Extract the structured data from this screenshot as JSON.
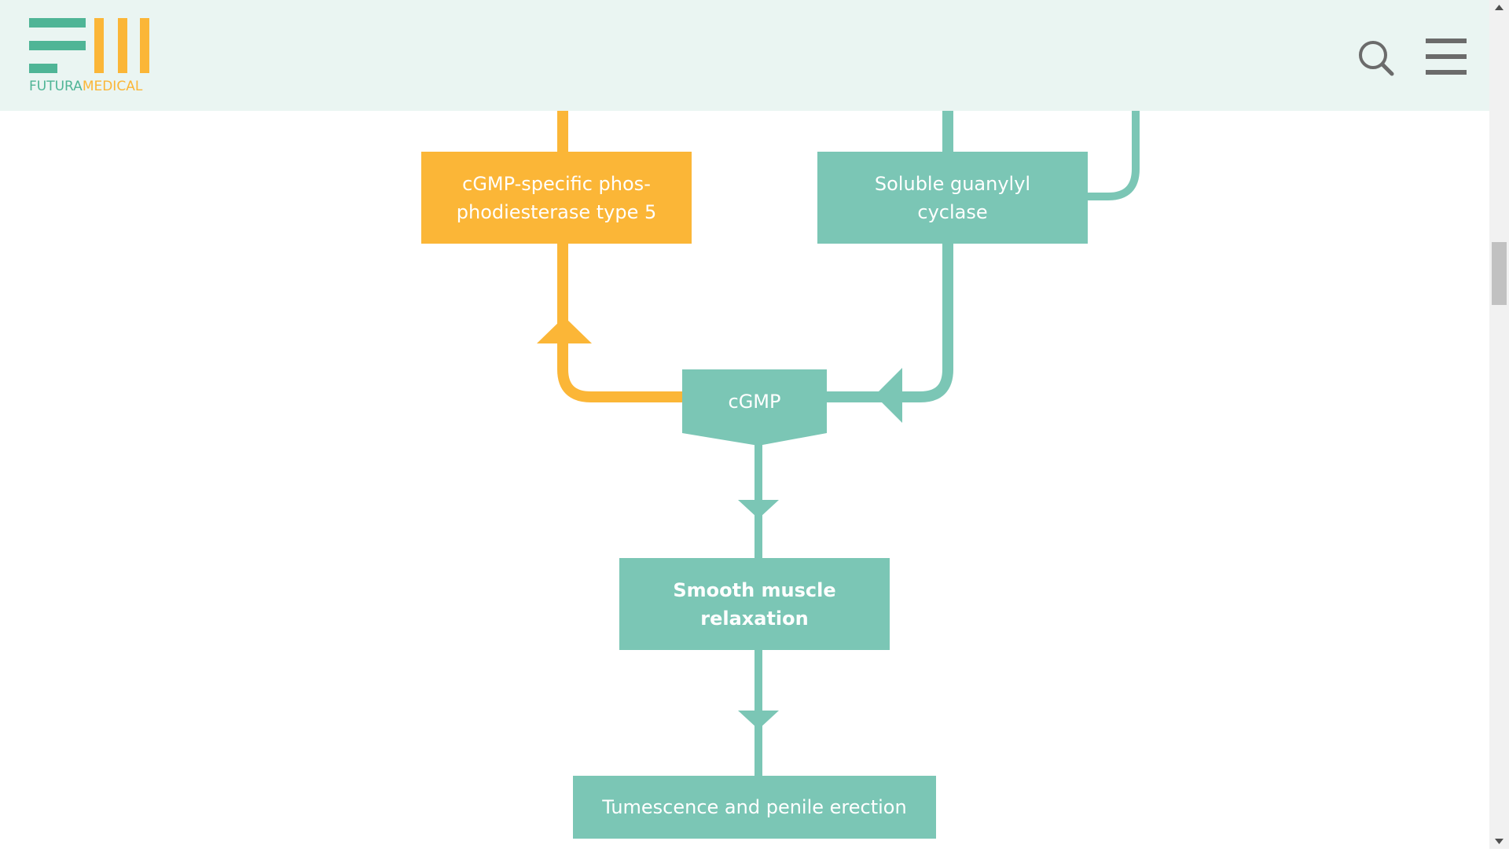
{
  "header": {
    "brand_part1": "FUTURA",
    "brand_part2": "MEDICAL",
    "logo_colors": {
      "teal": "#4fb596",
      "amber": "#fbb637"
    },
    "search_icon": "search-icon",
    "menu_icon": "hamburger-menu-icon"
  },
  "diagram": {
    "colors": {
      "teal": "#7bc6b5",
      "amber": "#fbb637"
    },
    "boxes": {
      "pde5": "cGMP-specific phos- phodiesterase type 5",
      "sgc": "Soluble guanylyl cyclase",
      "cgmp": "cGMP",
      "smooth_muscle": "Smooth muscle relaxation",
      "tumescence": "Tumescence and penile erection"
    }
  },
  "scrollbar": {
    "up_icon": "scroll-up-arrow-icon",
    "down_icon": "scroll-down-arrow-icon"
  }
}
